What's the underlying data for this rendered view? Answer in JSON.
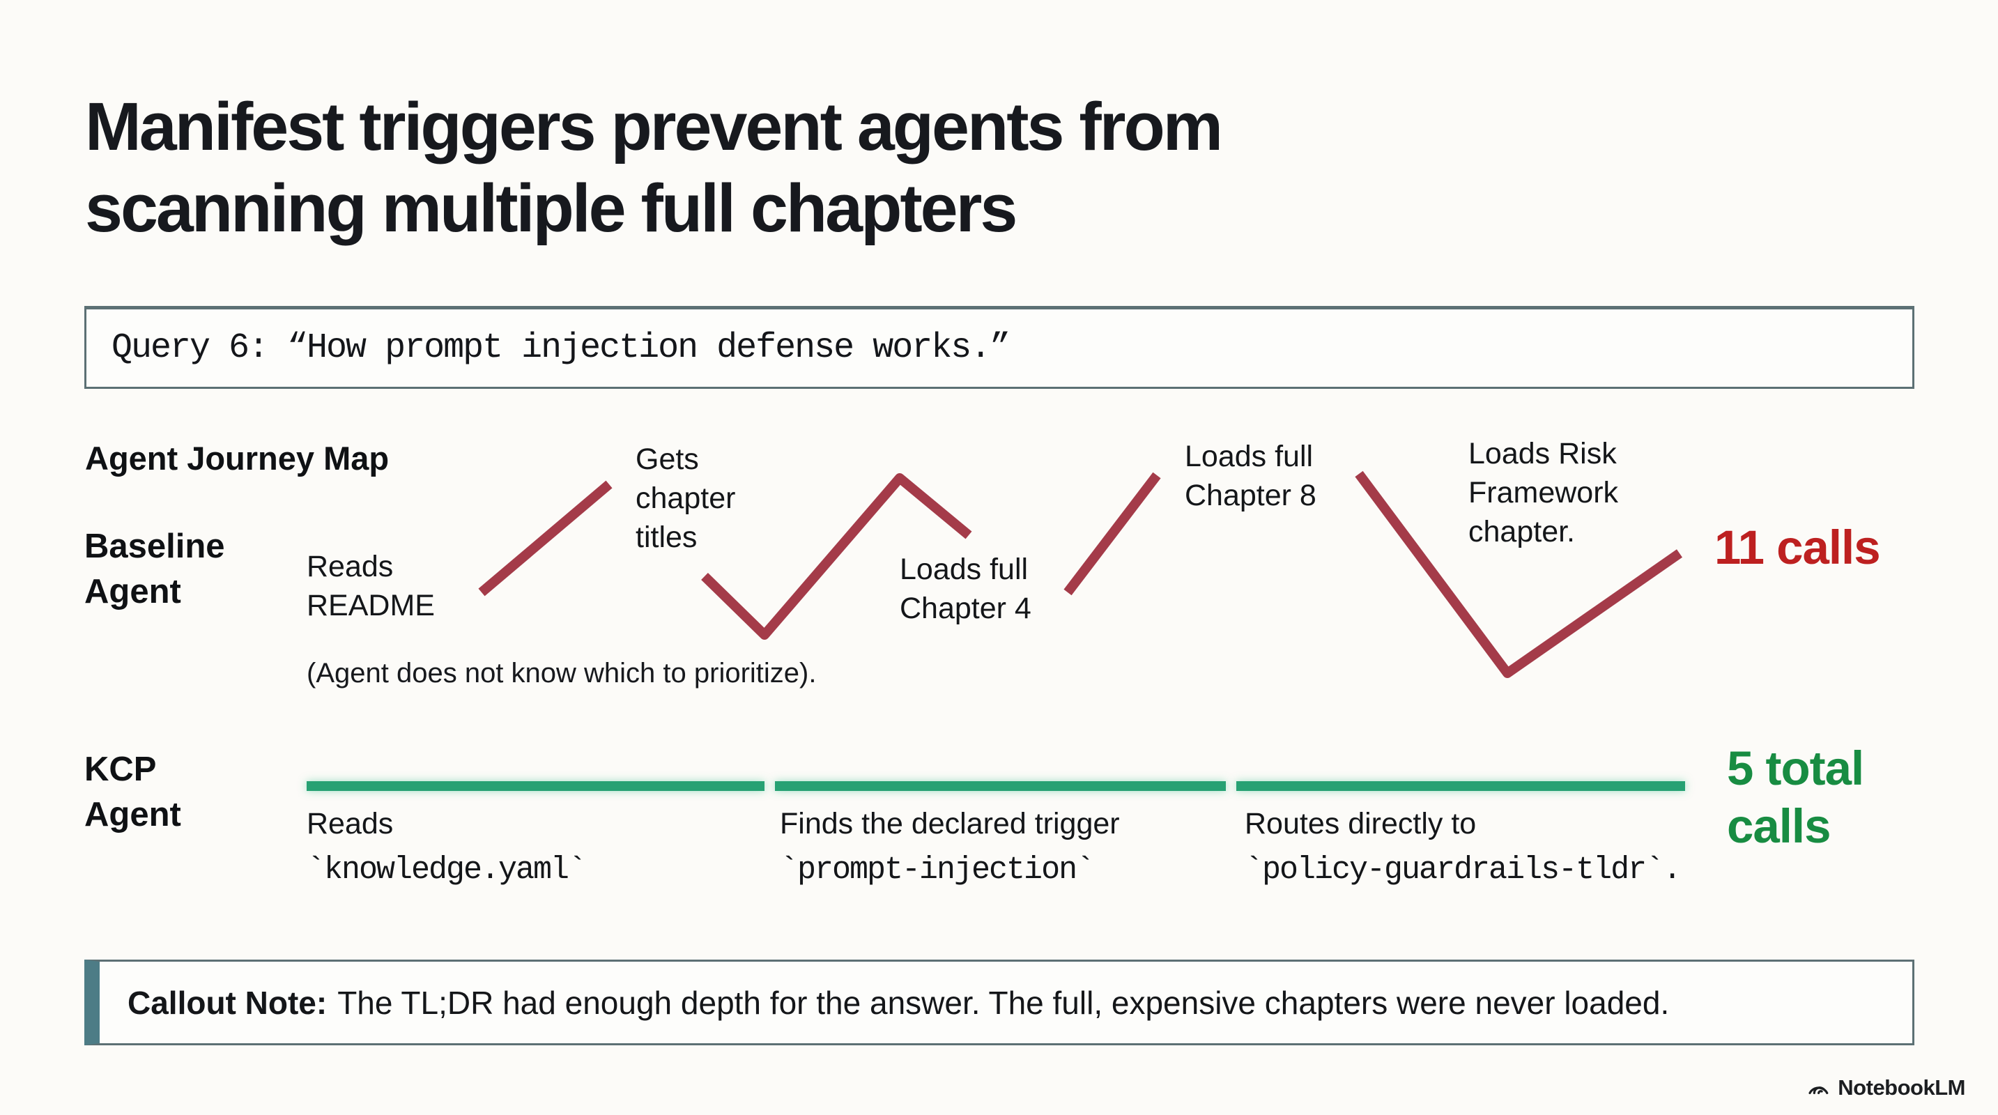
{
  "colors": {
    "bg": "#fcfbf8",
    "text": "#191b20",
    "box-border": "#5c7074",
    "red-line": "#a43b49",
    "red-total": "#bd2020",
    "green-line": "#27a173",
    "green-total": "#188c42",
    "callout-accent": "#4d7c86"
  },
  "title": "Manifest triggers prevent agents from\nscanning multiple full chapters",
  "query": {
    "text": "Query 6: “How prompt injection defense works.”"
  },
  "journey": {
    "heading": "Agent Journey Map",
    "baseline": {
      "label": "Baseline\nAgent",
      "steps": [
        {
          "text": "Reads\nREADME"
        },
        {
          "text": "Gets\nchapter\ntitles"
        },
        {
          "text": "Loads full\nChapter 4"
        },
        {
          "text": "Loads full\nChapter 8"
        },
        {
          "text": "Loads Risk\nFramework\nchapter."
        }
      ],
      "note": "(Agent does not know which to prioritize).",
      "total": "11 calls"
    },
    "kcp": {
      "label": "KCP\nAgent",
      "steps": [
        {
          "action": "Reads",
          "code": "`knowledge.yaml`"
        },
        {
          "action": "Finds the declared trigger",
          "code": "`prompt-injection`"
        },
        {
          "action": "Routes directly to",
          "code": "`policy-guardrails-tldr`."
        }
      ],
      "total": "5 total\ncalls"
    }
  },
  "callout": {
    "label": "Callout Note:",
    "text": "The TL;DR had enough depth for the answer. The full, expensive chapters were never loaded."
  },
  "footer": {
    "brand": "NotebookLM"
  }
}
